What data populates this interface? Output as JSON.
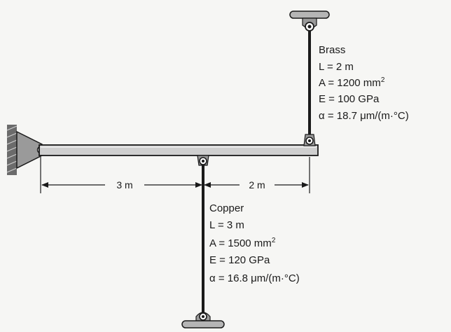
{
  "brass": {
    "name": "Brass",
    "L": "L = 2 m",
    "A": "A = 1200 mm",
    "A_sup": "2",
    "E": "E = 100 GPa",
    "alpha": "α = 18.7 μm/(m·°C)"
  },
  "copper": {
    "name": "Copper",
    "L": "L = 3 m",
    "A": "A = 1500 mm",
    "A_sup": "2",
    "E": "E = 120 GPa",
    "alpha": "α = 16.8 μm/(m·°C)"
  },
  "dimensions": {
    "left_span": "3 m",
    "right_span": "2 m"
  },
  "colors": {
    "ink": "#1a1a1a",
    "beam_fill": "#cfcfcf",
    "support_fill": "#9a9a9a",
    "hatch": "#555555"
  }
}
